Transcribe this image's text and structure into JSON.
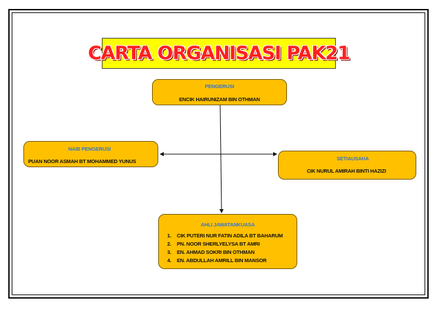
{
  "title": "CARTA ORGANISASI PAK21",
  "pengerusi": {
    "role": "PENGERUSI",
    "name": "ENCIK HAIRUNIZAM BIN OTHMAN"
  },
  "naib_pengerusi": {
    "role": "NAIB PENGERUSI",
    "name": "PUAN NOOR ASMAH BT MOHAMMED YUNUS"
  },
  "setiausaha": {
    "role": "SETIAUSAHA",
    "name": "CIK NURUL AMIRAH BINTI HAZIZI"
  },
  "ajk": {
    "role": "AHLI JAWATANKUASA",
    "members": [
      {
        "num": "1.",
        "name": "CIK PUTERI NUR FATIN ADILA BT BAHARUM"
      },
      {
        "num": "2.",
        "name": "PN. NOOR SHERLYELYSA BT AMRI"
      },
      {
        "num": "3.",
        "name": "EN. AHMAD SOKRI BIN OTHMAN"
      },
      {
        "num": "4.",
        "name": "EN. ABDULLAH AMRILL BIN MANSOR"
      }
    ]
  },
  "colors": {
    "box_fill": "#ffc000",
    "title_fill": "#ffff00",
    "title_text": "#ff1f1f",
    "role_text": "#3a78c2"
  }
}
